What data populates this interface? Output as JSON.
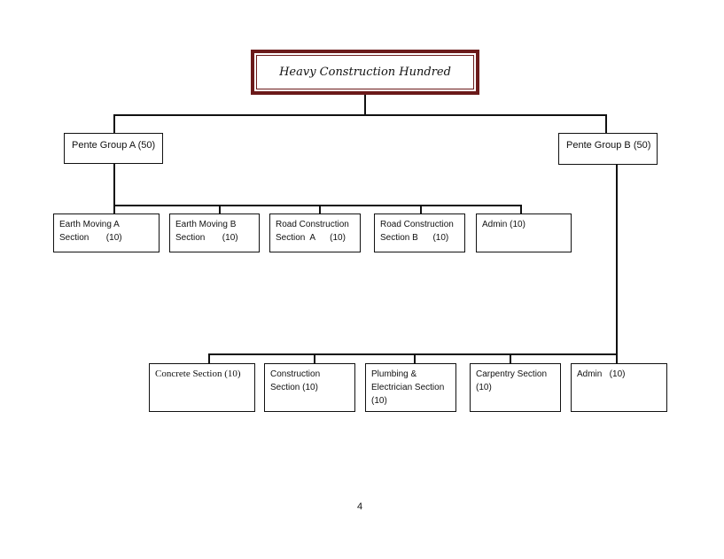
{
  "title": "Heavy Construction Hundred",
  "colors": {
    "title_border": "#6b1a1a",
    "lines": "#111111"
  },
  "groups": [
    {
      "label": "Pente Group A (50)"
    },
    {
      "label": "Pente Group B (50)"
    }
  ],
  "group_a_sections": [
    {
      "lines": [
        "Earth Moving A",
        "Section       (10)"
      ]
    },
    {
      "lines": [
        "Earth Moving B",
        "Section       (10)"
      ]
    },
    {
      "lines": [
        "Road Construction",
        "Section  A      (10)"
      ]
    },
    {
      "lines": [
        "Road Construction",
        "Section B      (10)"
      ]
    },
    {
      "lines": [
        "Admin (10)"
      ]
    }
  ],
  "group_b_sections": [
    {
      "lines": [
        "Concrete Section (10)"
      ]
    },
    {
      "lines": [
        "Construction",
        "Section (10)"
      ]
    },
    {
      "lines": [
        "Plumbing &",
        "Electrician Section",
        "(10)"
      ]
    },
    {
      "lines": [
        "Carpentry Section",
        "(10)"
      ]
    },
    {
      "lines": [
        "Admin   (10)"
      ]
    }
  ],
  "page_number": "4"
}
